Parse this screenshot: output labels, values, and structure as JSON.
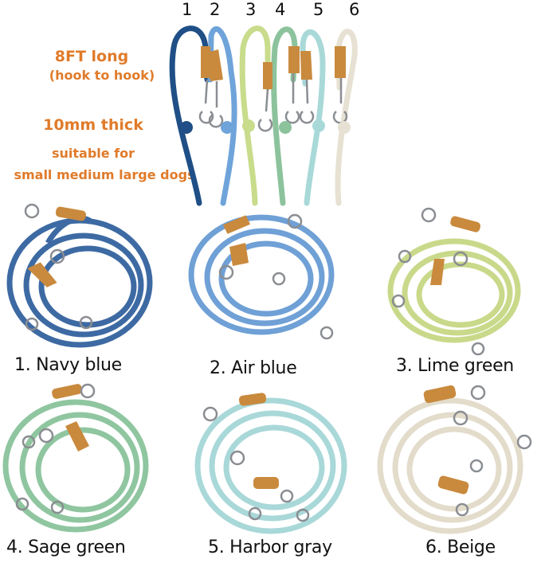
{
  "promo": {
    "length": "8FT long",
    "length_note": "(hook to hook)",
    "thickness": "10mm thick",
    "suitability_line1": "suitable for",
    "suitability_line2": "small medium large dogs",
    "text_color": "#e07b2a"
  },
  "hanging_numbers": [
    "1",
    "2",
    "3",
    "4",
    "5",
    "6"
  ],
  "variants": [
    {
      "label": "1. Navy blue",
      "color": "#3d6aa3",
      "dark": "#2a4f82"
    },
    {
      "label": "2. Air blue",
      "color": "#6fa0d6",
      "dark": "#4f82bd"
    },
    {
      "label": "3. Lime green",
      "color": "#c9d98a",
      "dark": "#a9bb66"
    },
    {
      "label": "4. Sage green",
      "color": "#8fc6a0",
      "dark": "#6eaa82"
    },
    {
      "label": "5. Harbor gray",
      "color": "#a9d8d9",
      "dark": "#86bcbe"
    },
    {
      "label": "6. Beige",
      "color": "#e3dccb",
      "dark": "#c9bfa8"
    }
  ],
  "hanging_colors": [
    "#1f4f86",
    "#6fa4da",
    "#c8dc8c",
    "#8cc39c",
    "#a8d9d8",
    "#e6e1d2"
  ],
  "leather_color": "#c98a3e"
}
